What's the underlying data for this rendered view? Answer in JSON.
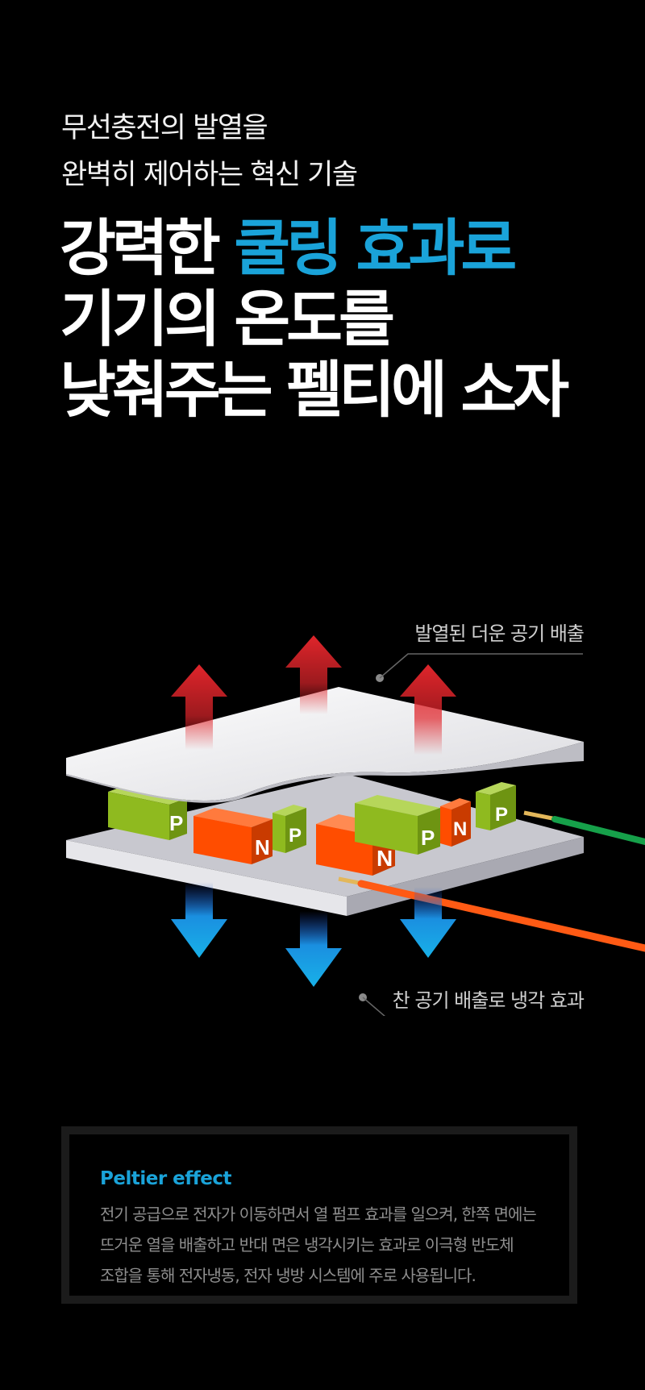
{
  "intro": {
    "line1": "무선충전의 발열을",
    "line2": "완벽히 제어하는 혁신 기술"
  },
  "headline": {
    "line1_pre": "강력한 ",
    "line1_accent": "쿨링 효과로",
    "line2": "기기의 온도를",
    "line3": "낮춰주는 펠티에 소자"
  },
  "diagram": {
    "label_top": "발열된 더운 공기 배출",
    "label_bottom": "찬 공기 배출로 냉각 효과",
    "cells": [
      "P",
      "N",
      "P",
      "N",
      "P",
      "N",
      "P"
    ]
  },
  "info": {
    "title": "Peltier effect",
    "line1": "전기 공급으로 전자가 이동하면서 열 펌프 효과를 일으켜, 한쪽 면에는",
    "line2": "뜨거운 열을 배출하고 반대 면은 냉각시키는 효과로 이극형 반도체",
    "line3": "조합을 통해 전자냉동, 전자 냉방 시스템에 주로 사용됩니다."
  },
  "colors": {
    "accent": "#1aa3d9",
    "hot_arrow": "#d8262d",
    "cold_arrow": "#1ba7e0",
    "p_cell": "#8fba1f",
    "n_cell": "#ff4d00"
  }
}
